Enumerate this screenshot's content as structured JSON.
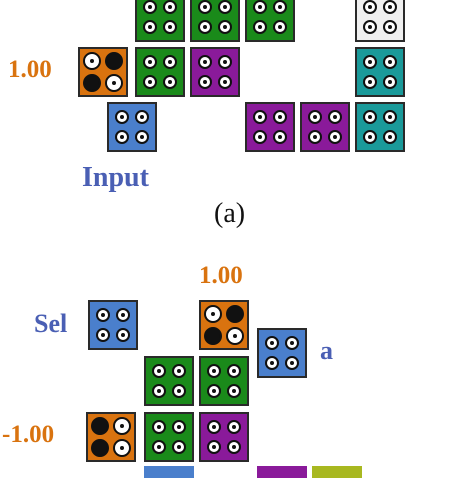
{
  "colors": {
    "green": "#1a8a1a",
    "purple": "#8a1a9a",
    "teal": "#1a9a9a",
    "blue": "#4a7fcc",
    "orange": "#d9730f",
    "gray": "#f0f0f0",
    "olive": "#a8b820",
    "label_orange": "#d9730f",
    "label_blue": "#4a5fb4"
  },
  "panel_a": {
    "value_label": "1.00",
    "input_label": "Input",
    "caption": "(a)"
  },
  "panel_b": {
    "top_value_label": "1.00",
    "sel_label": "Sel",
    "a_label": "a",
    "bottom_value_label": "-1.00"
  }
}
